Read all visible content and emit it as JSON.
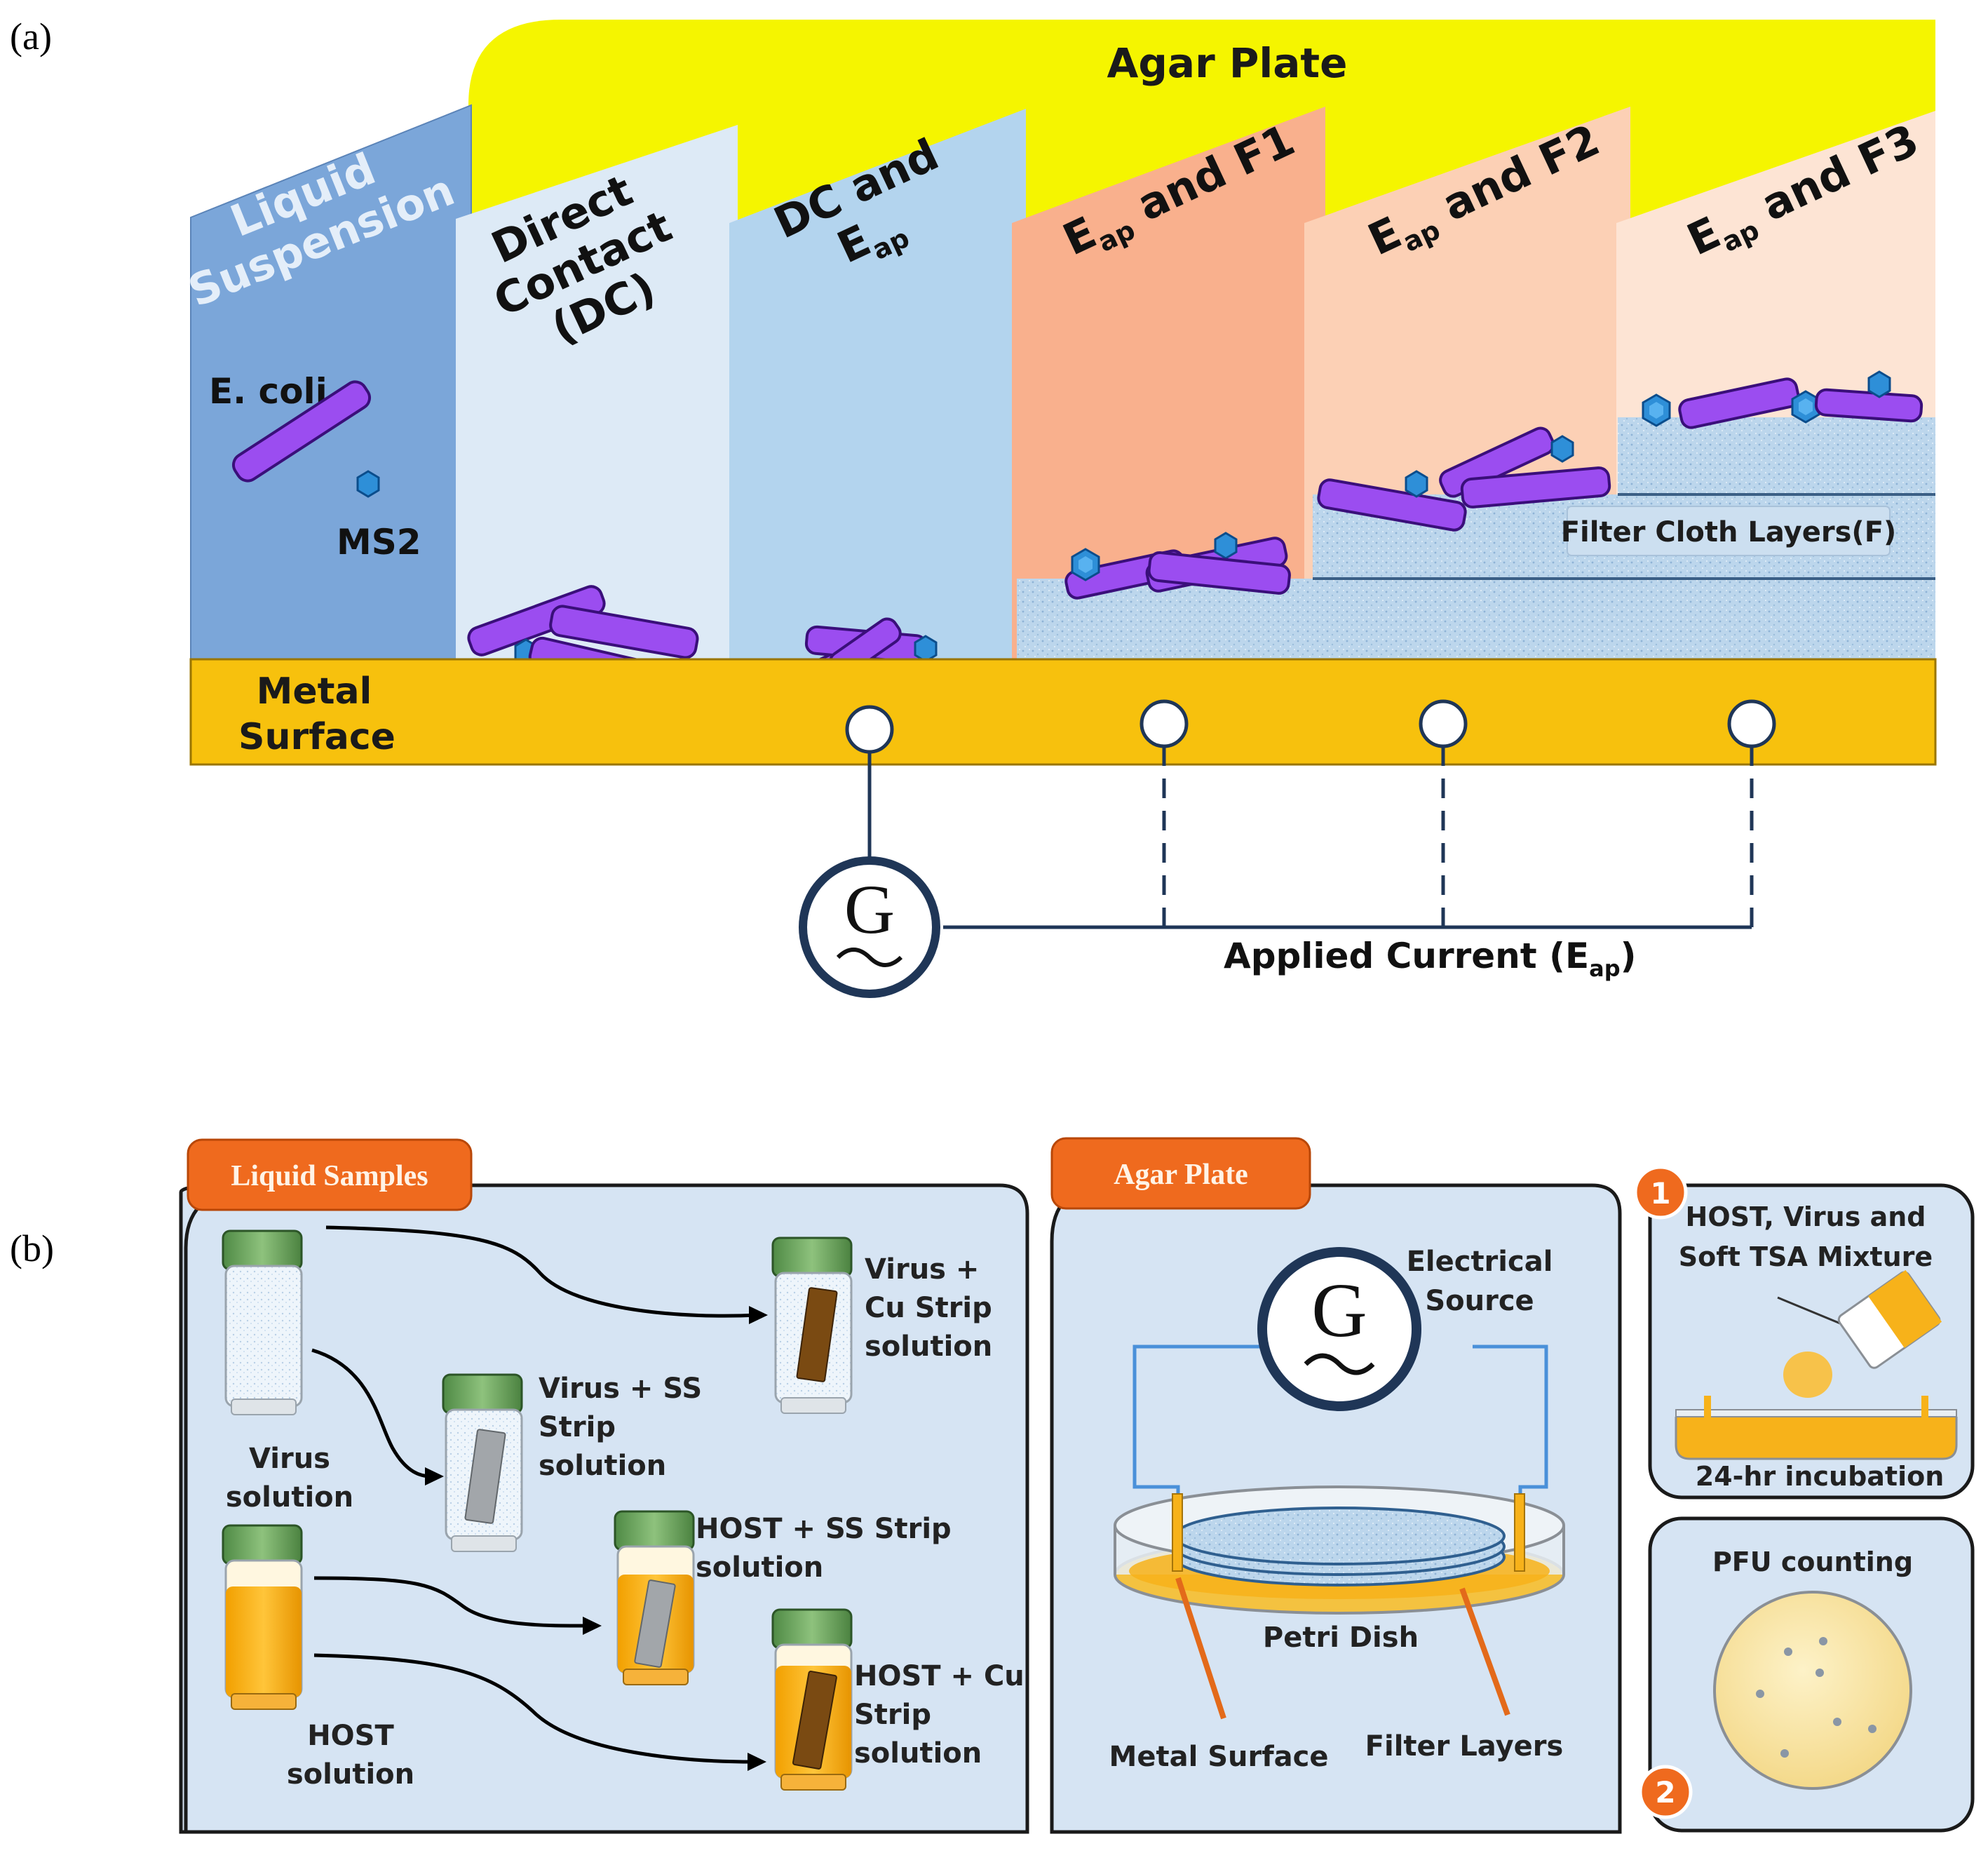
{
  "panel_a": {
    "label": "(a)",
    "agar_plate": "Agar Plate",
    "col_liquid": [
      "Liquid",
      "Suspension"
    ],
    "col_dc": [
      "Direct",
      "Contact",
      "(DC)"
    ],
    "col_dc_eap": {
      "line1": "DC and",
      "e": "E",
      "sub": "ap"
    },
    "col_f1": {
      "e": "E",
      "sub": "ap",
      "rest": " and F1"
    },
    "col_f2": {
      "e": "E",
      "sub": "ap",
      "rest": " and F2"
    },
    "col_f3": {
      "e": "E",
      "sub": "ap",
      "rest": " and F3"
    },
    "ecoli_label": "E. coli",
    "ms2_label": "MS2",
    "metal_surface": [
      "Metal",
      "Surface"
    ],
    "filter_cloth": "Filter Cloth Layers(F)",
    "generator_symbol": "G",
    "applied_current": {
      "main": "Applied Current (E",
      "sub": "ap",
      "close": ")"
    }
  },
  "panel_b": {
    "label": "(b)",
    "liquid_samples_tab": "Liquid Samples",
    "agar_plate_tab": "Agar Plate",
    "virus_solution": [
      "Virus",
      "solution"
    ],
    "host_solution": [
      "HOST",
      "solution"
    ],
    "virus_cu": [
      "Virus +",
      "Cu Strip",
      "solution"
    ],
    "virus_ss": [
      "Virus + SS",
      "Strip",
      "solution"
    ],
    "host_ss": [
      "HOST + SS Strip",
      "solution"
    ],
    "host_cu": [
      "HOST + Cu",
      "Strip",
      "solution"
    ],
    "electrical_source": [
      "Electrical",
      "Source"
    ],
    "petri_dish": "Petri Dish",
    "metal_surface": "Metal Surface",
    "filter_layers": "Filter Layers",
    "step1_num": "1",
    "step1_text": [
      "HOST, Virus and",
      "Soft TSA Mixture"
    ],
    "incubation": "24-hr incubation",
    "step2_num": "2",
    "pfu_counting": "PFU counting"
  },
  "colors": {
    "agar_yellow": "#f5f500",
    "liquid_blue": "#7ba6d9",
    "dc_blue": "#ddeaf6",
    "dc_eap_blue": "#b3d4ee",
    "f1_salmon": "#f9b08d",
    "f2_peach": "#fcd0b5",
    "f3_peach": "#fde4d4",
    "metal_gold": "#f7c10d",
    "bacteria_purple": "#9b4df0",
    "virus_blue": "#2e8fd8",
    "panel_bg": "#d6e4f3",
    "tab_orange": "#ef6a1e",
    "host_orange": "#f7b21a"
  }
}
